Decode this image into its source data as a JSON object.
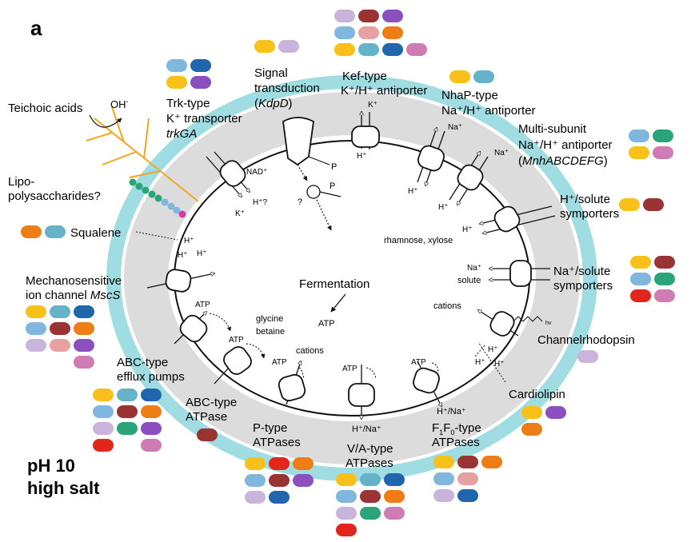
{
  "panel_letter": "a",
  "condition": {
    "line1": "pH 10",
    "line2": "high salt"
  },
  "palette": {
    "yellow": "#f9c01a",
    "darkred": "#9a3434",
    "purple": "#8b4fbf",
    "lilac": "#c9b4dc",
    "ltblue": "#7fb7df",
    "pink": "#e7a1a1",
    "orange": "#ef7d15",
    "cyan": "#65b3c9",
    "blue": "#2166ac",
    "magenta": "#d07cb4",
    "green": "#2aa57a",
    "red": "#e3261c"
  },
  "labels": {
    "teichoic": "Teichoic acids",
    "oh": "OH",
    "oh_sup": "-",
    "lipo1": "Lipo-",
    "lipo2": "polysaccharides?",
    "squalene": "Squalene",
    "mscs1": "Mechanosensitive",
    "mscs2a": "ion channel ",
    "mscs2b": "MscS",
    "abc_efflux1": "ABC-type",
    "abc_efflux2": "efflux pumps",
    "abc_atpase1": "ABC-type",
    "abc_atpase2": "ATPase",
    "ptype1": "P-type",
    "ptype2": "ATPases",
    "va1": "V/A-type",
    "va2": "ATPases",
    "f1f0_1": "H⁺/Na⁺",
    "f1f0_2a": "F",
    "f1f0_2s1": "1",
    "f1f0_2b": "F",
    "f1f0_2s2": "0",
    "f1f0_2c": "-type",
    "f1f0_3": "ATPases",
    "cardiolipin": "Cardiolipin",
    "channelrhodopsin": "Channelrhodopsin",
    "na_symp1": "Na⁺/solute",
    "na_symp2": "symporters",
    "h_symp1": "H⁺/solute",
    "h_symp2": "symporters",
    "multi1": "Multi-subunit",
    "multi2": "Na⁺/H⁺ antiporter",
    "multi3a": "(",
    "multi3b": "MnhABCDEFG",
    "multi3c": ")",
    "nhap1": "NhaP-type",
    "nhap2": "Na⁺/H⁺ antiporter",
    "kef1": "Kef-type",
    "kef2": "K⁺/H⁺ antiporter",
    "signal1": "Signal",
    "signal2": "transduction",
    "signal3a": "(",
    "signal3b": "KdpD",
    "signal3c": ")",
    "trk1": "Trk-type",
    "trk2": "K⁺ transporter",
    "trk3": "trkGA",
    "fermentation": "Fermentation",
    "atp_center": "ATP",
    "nad": "NAD⁺",
    "hq": "H⁺?",
    "kplus": "K⁺",
    "hplus": "H⁺",
    "naplus": "Na⁺",
    "p": "P",
    "q": "?",
    "rhamnose": "rhamnose, xylose",
    "solute": "solute",
    "cations": "cations",
    "atp": "ATP",
    "glycine": "glycine",
    "betaine": "betaine",
    "hna": "H⁺/Na⁺",
    "hv": "hv"
  }
}
